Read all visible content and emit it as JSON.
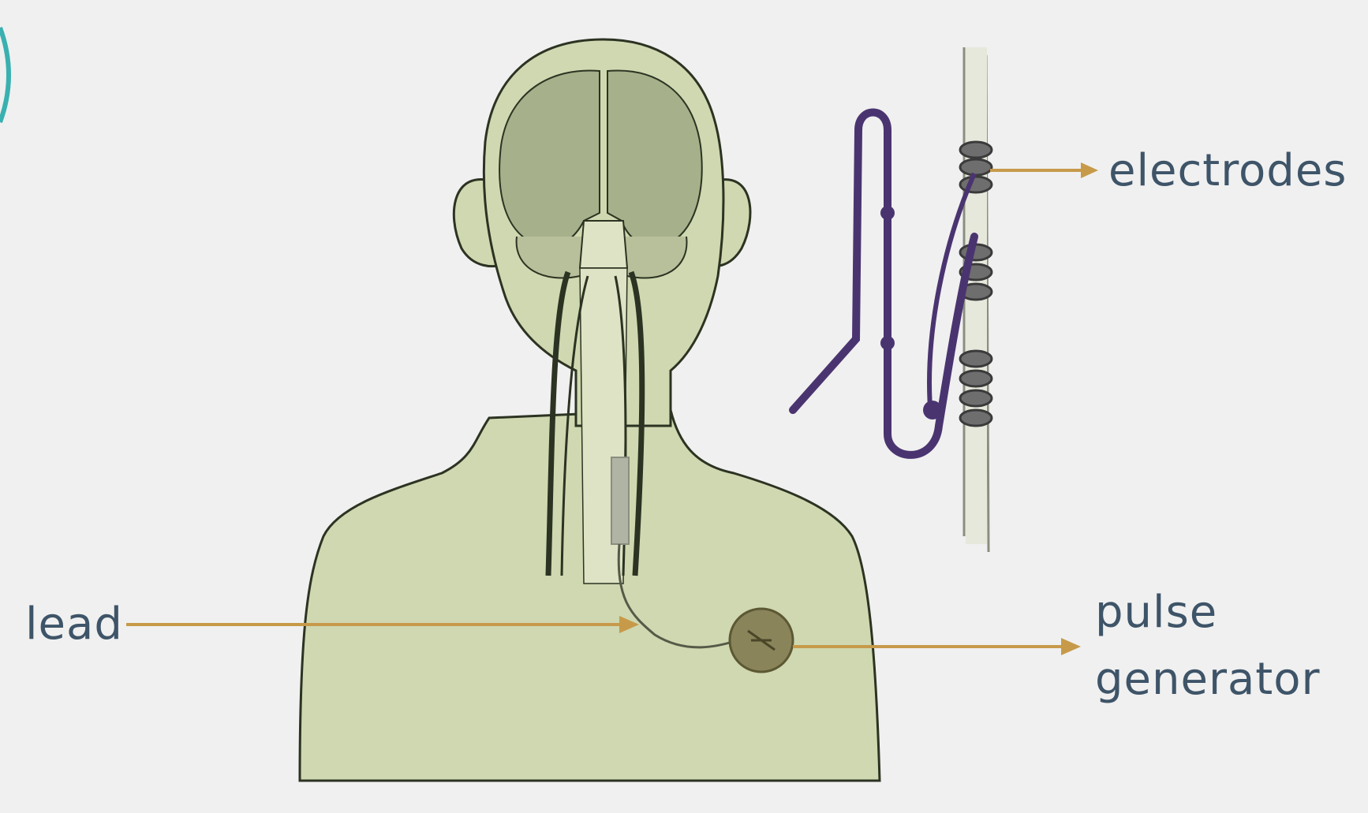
{
  "labels": {
    "electrodes": "electrodes",
    "lead": "lead",
    "pulse_line1": "pulse",
    "pulse_line2": "generator"
  },
  "colors": {
    "background": "#f0f0f0",
    "body_fill": "#cfd8b0",
    "brain_fill": "#a6b08a",
    "outline": "#2c3322",
    "arrow": "#c79a4a",
    "wire": "#4a3470",
    "nerve": "#c9cdb8",
    "label_text": "#3e5468",
    "generator_fill": "#8a845a",
    "corner_accent": "#3ab0b0"
  },
  "icons": {
    "generator": "pulse-generator-disc-icon"
  }
}
